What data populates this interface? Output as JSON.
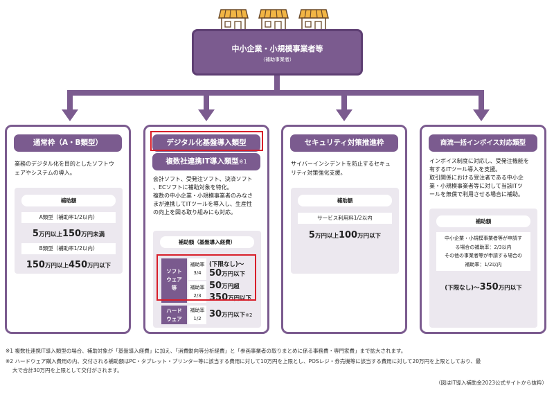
{
  "top": {
    "title": "中小企業・小規模事業者等",
    "subtitle": "（補助事業者）"
  },
  "col1": {
    "title": "通常枠（A・B類型）",
    "description": [
      "業務のデジタル化を目的としたソフトウ",
      "ェアやシステムの導入。"
    ],
    "subsidy_label": "補助額",
    "a_label": "A類型（補助率1/2以内）",
    "a_price": {
      "n1": "5",
      "u1": "万円以上",
      "n2": "150",
      "u2": "万円未満"
    },
    "b_label": "B類型（補助率1/2以内）",
    "b_price": {
      "n1": "150",
      "u1": "万円以上",
      "n2": "450",
      "u2": "万円以下"
    }
  },
  "col2": {
    "title": "デジタル化基盤導入類型",
    "subtitle": "複数社連携IT導入類型",
    "subtitle_note": "※1",
    "description": [
      "会計ソフト、受発注ソフト、決済ソフト",
      "、ECソフトに補助対象を特化。",
      "複数の中小企業・小規模事業者のみなさ",
      "まが連携してITツールを導入し、生産性",
      "の向上を図る取り組みにも対応。"
    ],
    "subsidy_label": "補助額（基盤導入経費）",
    "software_label": [
      "ソフト",
      "ウェア",
      "等"
    ],
    "rate_label": "補助率",
    "rate1": "3/4",
    "price1_pre": "(下限なし)～",
    "price1": {
      "n": "50",
      "u": "万円以下"
    },
    "rate2": "2/3",
    "price2a": {
      "n": "50",
      "u": "万円超"
    },
    "price2b": {
      "n": "350",
      "u": "万円以下"
    },
    "hardware_label": [
      "ハード",
      "ウェア"
    ],
    "rate3": "1/2",
    "price3": {
      "n": "30",
      "u": "万円以下",
      "note": "※2"
    }
  },
  "col3": {
    "title": "セキュリティ対策推進枠",
    "description": [
      "サイバーインシデントを防止するセキュ",
      "リティ対策強化支援。"
    ],
    "subsidy_label": "補助額",
    "service_label": "サービス利用料1/2以内",
    "price": {
      "n1": "5",
      "u1": "万円以上",
      "n2": "100",
      "u2": "万円以下"
    }
  },
  "col4": {
    "title": "商流一括インボイス対応類型",
    "description": [
      "インボイス制度に対応し、受発注機能を",
      "有するITツール導入を支援。",
      "取引関係における受注者である中小企",
      "業・小規模事業者等に対して当該ITツ",
      "ールを無償で利用させる場合に補助。"
    ],
    "subsidy_label": "補助額",
    "cond": [
      "中小企業・小規模事業者等が申請す",
      "る場合の補助率：2/3以内",
      "その他の事業者等が申請する場合の",
      "補助率：1/2以内"
    ],
    "price": {
      "pre": "(下限なし)～",
      "n": "350",
      "u": "万円以下"
    }
  },
  "notes": [
    "※1 複数社連携IT導入類型の場合、補助対象が「基盤導入経費」に加え、「消費動向等分析経費」と「参画事業者の取りまとめに係る事務費・専門家費」まで拡大されます。",
    "※2 ハードウェア購入費用の内、交付される補助額はPC・タブレット・プリンター等に該当する費用に対して10万円を上限とし、POSレジ・券売機等に該当する費用に対して20万円を上限としており、最",
    "大で合計30万円を上限として交付がされます。"
  ],
  "source": "（図はIT導入補助金2023公式サイトから抜粋）",
  "colors": {
    "purple": "#7b5b8f",
    "light": "#ece8ef",
    "red": "#d81f2a",
    "roof": "#f2b544"
  }
}
